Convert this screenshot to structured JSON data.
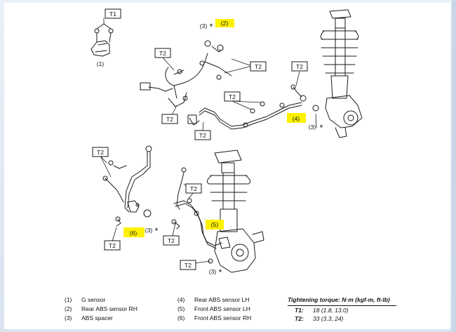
{
  "callouts": {
    "t1": "T1",
    "t2": "T2",
    "n1": "(1)",
    "n2": "(2)",
    "n3": "(3)",
    "n4": "(4)",
    "n5": "(5)",
    "n6": "(6)",
    "star": "*"
  },
  "legend": {
    "col1": [
      {
        "num": "(1)",
        "label": "G sensor"
      },
      {
        "num": "(2)",
        "label": "Rear ABS sensor RH"
      },
      {
        "num": "(3)",
        "label": "ABS spacer"
      }
    ],
    "col2": [
      {
        "num": "(4)",
        "label": "Rear ABS sensor LH"
      },
      {
        "num": "(5)",
        "label": "Front ABS sensor LH"
      },
      {
        "num": "(6)",
        "label": "Front ABS sensor RH"
      }
    ]
  },
  "torque": {
    "title": "Tightening torque: N·m (kgf-m, ft-lb)",
    "rows": [
      {
        "key": "T1:",
        "value": "18 (1.8, 13.0)"
      },
      {
        "key": "T2:",
        "value": "33 (3.3, 24)"
      }
    ]
  },
  "colors": {
    "highlight": "#fff200",
    "line": "#1a1a1a",
    "background": "#ffffff",
    "frame": "#dfe8f2"
  }
}
